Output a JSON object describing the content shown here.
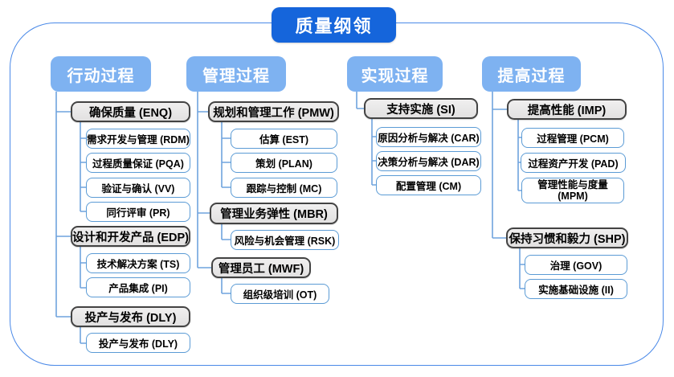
{
  "title": "质量纲领",
  "colors": {
    "title_bg": "#1565db",
    "header_bg": "#7eb2f1",
    "gray_fill": "#e7e6e6",
    "gray_border": "#434343",
    "leaf_border": "#5b9bd5",
    "connector": "#6fa3de",
    "frame_border": "#4a89e8"
  },
  "columns": [
    {
      "header": "行动过程",
      "groups": [
        {
          "label": "确保质量 (ENQ)",
          "children": [
            "需求开发与管理 (RDM)",
            "过程质量保证 (PQA)",
            "验证与确认 (VV)",
            "同行评审 (PR)"
          ]
        },
        {
          "label": "设计和开发产品 (EDP)",
          "children": [
            "技术解决方案 (TS)",
            "产品集成 (PI)"
          ]
        },
        {
          "label": "投产与发布 (DLY)",
          "children": [
            "投产与发布 (DLY)"
          ]
        }
      ]
    },
    {
      "header": "管理过程",
      "groups": [
        {
          "label": "规划和管理工作 (PMW)",
          "children": [
            "估算 (EST)",
            "策划 (PLAN)",
            "跟踪与控制 (MC)"
          ]
        },
        {
          "label": "管理业务弹性 (MBR)",
          "children": [
            "风险与机会管理 (RSK)"
          ]
        },
        {
          "label": "管理员工 (MWF)",
          "children": [
            "组织级培训 (OT)"
          ]
        }
      ]
    },
    {
      "header": "实现过程",
      "groups": [
        {
          "label": "支持实施 (SI)",
          "children": [
            "原因分析与解决 (CAR)",
            "决策分析与解决 (DAR)",
            "配置管理 (CM)"
          ]
        }
      ]
    },
    {
      "header": "提高过程",
      "groups": [
        {
          "label": "提高性能 (IMP)",
          "children": [
            "过程管理 (PCM)",
            "过程资产开发 (PAD)",
            "管理性能与度量 (MPM)"
          ]
        },
        {
          "label": "保持习惯和毅力 (SHP)",
          "children": [
            "治理 (GOV)",
            "实施基础设施 (II)"
          ]
        }
      ]
    }
  ]
}
